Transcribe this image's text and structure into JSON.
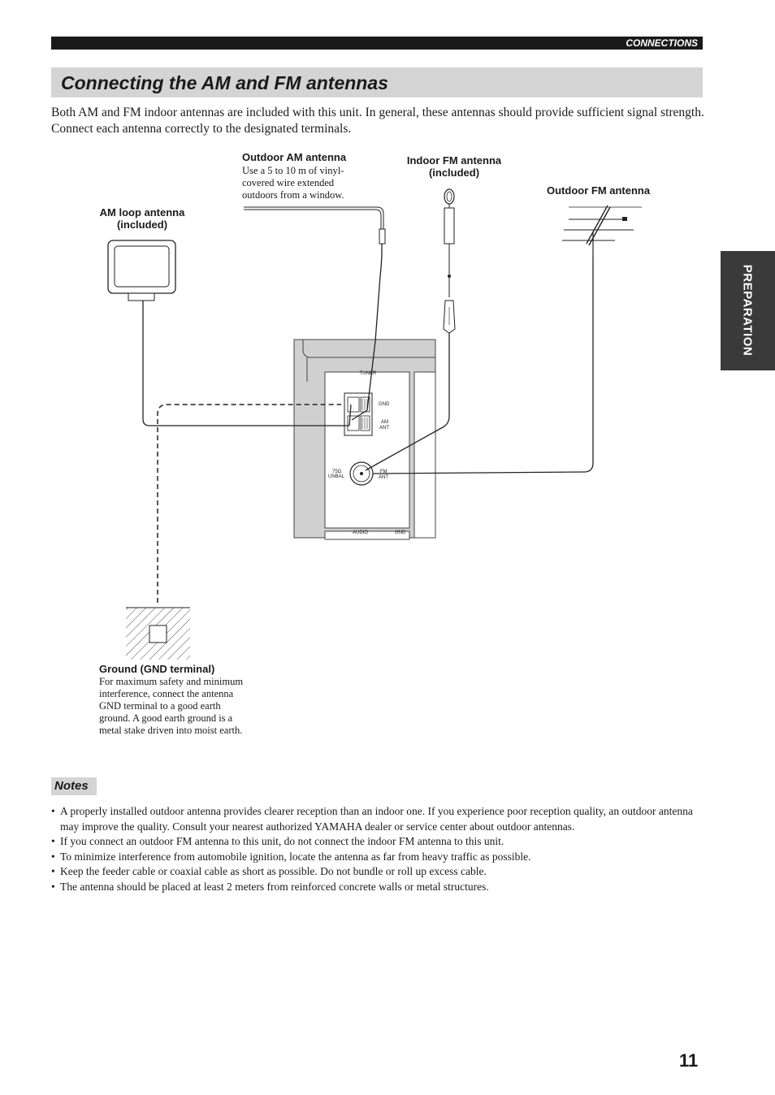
{
  "header": {
    "section": "CONNECTIONS"
  },
  "title": "Connecting the AM and FM antennas",
  "intro": "Both AM and FM indoor antennas are included with this unit. In general, these antennas should provide sufficient signal strength. Connect each antenna correctly to the designated terminals.",
  "side_tab": "PREPARATION",
  "diagram": {
    "outdoor_am": {
      "label": "Outdoor AM antenna",
      "desc": "Use a 5 to 10 m of vinyl-covered wire extended outdoors from a window."
    },
    "indoor_fm": {
      "label": "Indoor FM antenna (included)"
    },
    "outdoor_fm": {
      "label": "Outdoor FM antenna"
    },
    "am_loop": {
      "label": "AM loop antenna (included)"
    },
    "ground": {
      "label": "Ground (GND terminal)",
      "desc": "For maximum safety and minimum interference, connect the antenna GND terminal to a good earth ground. A good earth ground is a metal stake driven into moist earth."
    },
    "panel": {
      "tuner": "TUNER",
      "gnd": "GND",
      "am_ant_1": "AM",
      "am_ant_2": "ANT",
      "ohm_1": "75Ω",
      "ohm_2": "UNBAL",
      "fm_ant_1": "FM",
      "fm_ant_2": "ANT",
      "audio": "AUDIO",
      "audio_gnd": "GND"
    }
  },
  "notes": {
    "heading": "Notes",
    "items": [
      "A properly installed outdoor antenna provides clearer reception than an indoor one. If you experience poor reception quality, an outdoor antenna may improve the quality. Consult your nearest authorized YAMAHA dealer or service center about outdoor antennas.",
      "If you connect an outdoor FM antenna to this unit, do not connect the indoor FM antenna to this unit.",
      "To minimize interference from automobile ignition, locate the antenna as far from heavy traffic as possible.",
      "Keep the feeder cable or coaxial cable as short as possible. Do not bundle or roll up excess cable.",
      "The antenna should be placed at least 2 meters from reinforced concrete walls or metal structures."
    ]
  },
  "page_number": "11"
}
